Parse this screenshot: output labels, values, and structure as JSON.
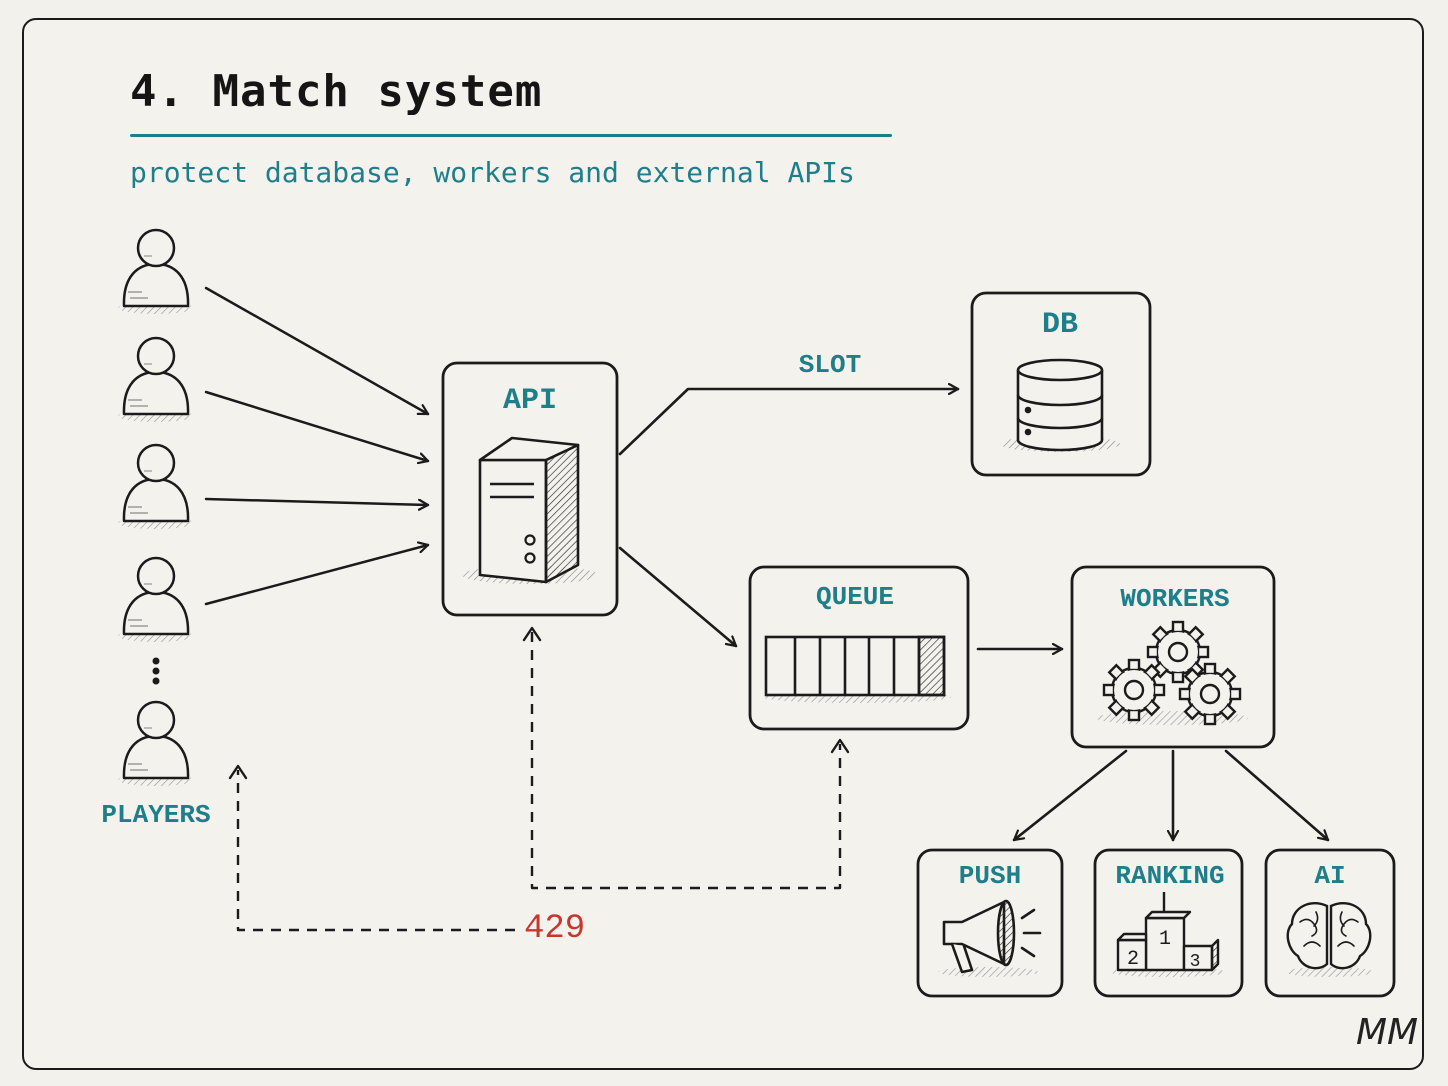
{
  "title": "4. Match system",
  "subtitle": "protect database, workers and external APIs",
  "players": {
    "label": "PLAYERS",
    "icon": "person-icon",
    "count_shown": 5
  },
  "nodes": {
    "api": {
      "label": "API",
      "icon": "server-icon"
    },
    "db": {
      "label": "DB",
      "icon": "database-icon"
    },
    "queue": {
      "label": "QUEUE",
      "icon": "queue-icon"
    },
    "workers": {
      "label": "WORKERS",
      "icon": "gears-icon"
    },
    "push": {
      "label": "PUSH",
      "icon": "megaphone-icon"
    },
    "ranking": {
      "label": "RANKING",
      "icon": "podium-icon",
      "places": [
        "1",
        "2",
        "3"
      ]
    },
    "ai": {
      "label": "AI",
      "icon": "brain-icon"
    }
  },
  "edges": {
    "slot_label": "SLOT",
    "rejection_label": "429"
  },
  "signature": "MM",
  "colors": {
    "accent": "#1e7f8a",
    "error": "#c8372d",
    "ink": "#1b1b1b",
    "paper": "#f4f2ed"
  }
}
